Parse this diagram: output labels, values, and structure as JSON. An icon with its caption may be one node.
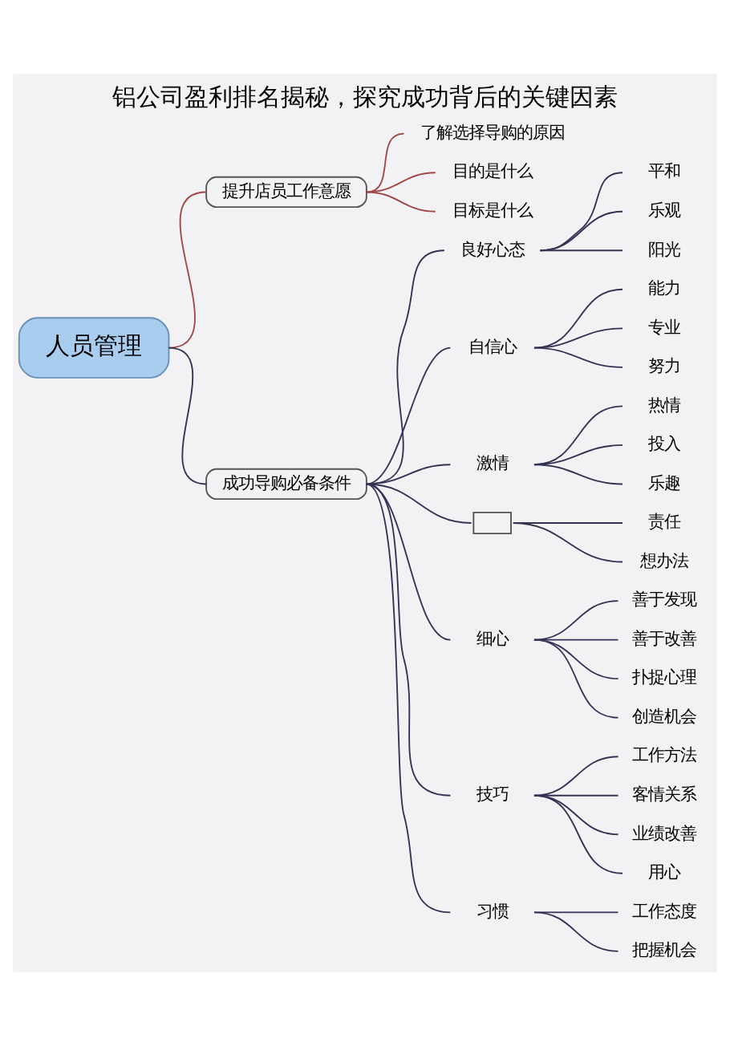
{
  "diagram": {
    "title": "铝公司盈利排名揭秘，探究成功背后的关键因素",
    "nodes": [
      {
        "text": [
          "提升店员工作意愿"
        ]
      },
      {
        "text": [
          "了解选择导购的原因"
        ]
      },
      {
        "text": [
          "目的是什么"
        ]
      },
      {
        "text": [
          "目标是什么"
        ]
      },
      {
        "text": [
          "良好心态"
        ]
      },
      {
        "text": [
          "平和"
        ]
      },
      {
        "text": [
          "乐观"
        ]
      },
      {
        "text": [
          "阳光"
        ]
      },
      {
        "text": [
          "人员管理"
        ]
      },
      {
        "text": [
          "自信心"
        ]
      },
      {
        "text": [
          "能力"
        ]
      },
      {
        "text": [
          "专业"
        ]
      },
      {
        "text": [
          "努力"
        ]
      },
      {
        "text": [
          "激情"
        ]
      },
      {
        "text": [
          "热情"
        ]
      },
      {
        "text": [
          "投入"
        ]
      },
      {
        "text": [
          "乐趣"
        ]
      },
      {
        "text": [],
        "shape": "box"
      },
      {
        "text": [
          "责任"
        ]
      },
      {
        "text": [
          "想办法"
        ]
      },
      {
        "text": [
          "成功导购必备条件"
        ]
      },
      {
        "text": [
          "细心"
        ]
      },
      {
        "text": [
          "善于发现"
        ]
      },
      {
        "text": [
          "善于改善"
        ]
      },
      {
        "text": [
          "扑捉心理"
        ]
      },
      {
        "text": [
          "创造机会"
        ]
      },
      {
        "text": [
          "技巧"
        ]
      },
      {
        "text": [
          "工作方法"
        ]
      },
      {
        "text": [
          "客情关系"
        ]
      },
      {
        "text": [
          "业绩改善"
        ]
      },
      {
        "text": [
          "用心"
        ]
      },
      {
        "text": [
          "习惯"
        ]
      },
      {
        "text": [
          "工作态度"
        ]
      },
      {
        "text": [
          "把握机会"
        ]
      }
    ],
    "edges": [
      {
        "from": 8,
        "to": 0,
        "arrow": "none",
        "color": "#a04848"
      },
      {
        "from": 0,
        "to": 1,
        "arrow": "none",
        "color": "#a04848"
      },
      {
        "from": 0,
        "to": 2,
        "arrow": "none",
        "color": "#a04848"
      },
      {
        "from": 0,
        "to": 3,
        "arrow": "none",
        "color": "#a04848"
      },
      {
        "from": 8,
        "to": 20,
        "arrow": "none"
      },
      {
        "from": 20,
        "to": 4,
        "arrow": "none"
      },
      {
        "from": 4,
        "to": 5,
        "arrow": "none"
      },
      {
        "from": 4,
        "to": 6,
        "arrow": "none"
      },
      {
        "from": 4,
        "to": 7,
        "arrow": "none"
      },
      {
        "from": 20,
        "to": 9,
        "arrow": "none"
      },
      {
        "from": 9,
        "to": 10,
        "arrow": "none"
      },
      {
        "from": 9,
        "to": 11,
        "arrow": "none"
      },
      {
        "from": 9,
        "to": 12,
        "arrow": "none"
      },
      {
        "from": 20,
        "to": 13,
        "arrow": "none"
      },
      {
        "from": 13,
        "to": 14,
        "arrow": "none"
      },
      {
        "from": 13,
        "to": 15,
        "arrow": "none"
      },
      {
        "from": 13,
        "to": 16,
        "arrow": "none"
      },
      {
        "from": 20,
        "to": 17,
        "arrow": "none"
      },
      {
        "from": 17,
        "to": 18,
        "arrow": "none"
      },
      {
        "from": 17,
        "to": 19,
        "arrow": "none"
      },
      {
        "from": 20,
        "to": 21,
        "arrow": "none"
      },
      {
        "from": 21,
        "to": 22,
        "arrow": "none"
      },
      {
        "from": 21,
        "to": 23,
        "arrow": "none"
      },
      {
        "from": 21,
        "to": 24,
        "arrow": "none"
      },
      {
        "from": 21,
        "to": 25,
        "arrow": "none"
      },
      {
        "from": 20,
        "to": 26,
        "arrow": "none"
      },
      {
        "from": 26,
        "to": 27,
        "arrow": "none"
      },
      {
        "from": 26,
        "to": 28,
        "arrow": "none"
      },
      {
        "from": 26,
        "to": 29,
        "arrow": "none"
      },
      {
        "from": 26,
        "to": 30,
        "arrow": "none"
      },
      {
        "from": 20,
        "to": 31,
        "arrow": "none"
      },
      {
        "from": 31,
        "to": 32,
        "arrow": "none"
      },
      {
        "from": 31,
        "to": 33,
        "arrow": "none"
      }
    ]
  }
}
